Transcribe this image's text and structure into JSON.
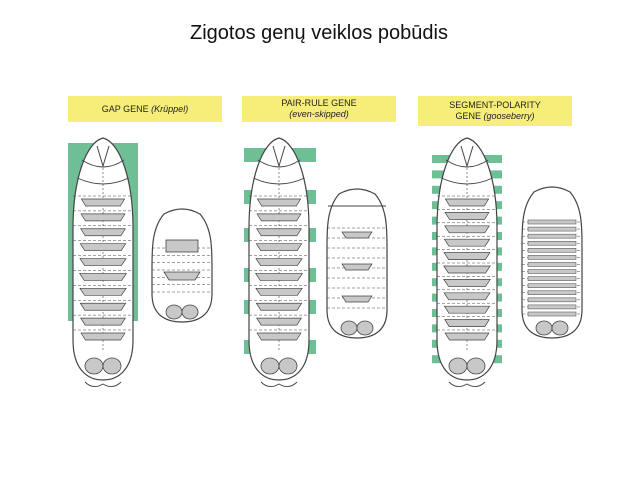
{
  "title": "Zigotos genų veiklos pobūdis",
  "panels": [
    {
      "heading": "GAP GENE",
      "gene": "(Krüppel)"
    },
    {
      "heading": "PAIR-RULE GENE",
      "gene": "(even-skipped)"
    },
    {
      "heading": "SEGMENT-POLARITY",
      "heading2": "GENE",
      "gene": "(gooseberry)"
    }
  ],
  "colors": {
    "expression": "#6fbf96",
    "label_bg": "#f7ee7a",
    "segment": "#c8c8c8",
    "outline": "#444444"
  }
}
